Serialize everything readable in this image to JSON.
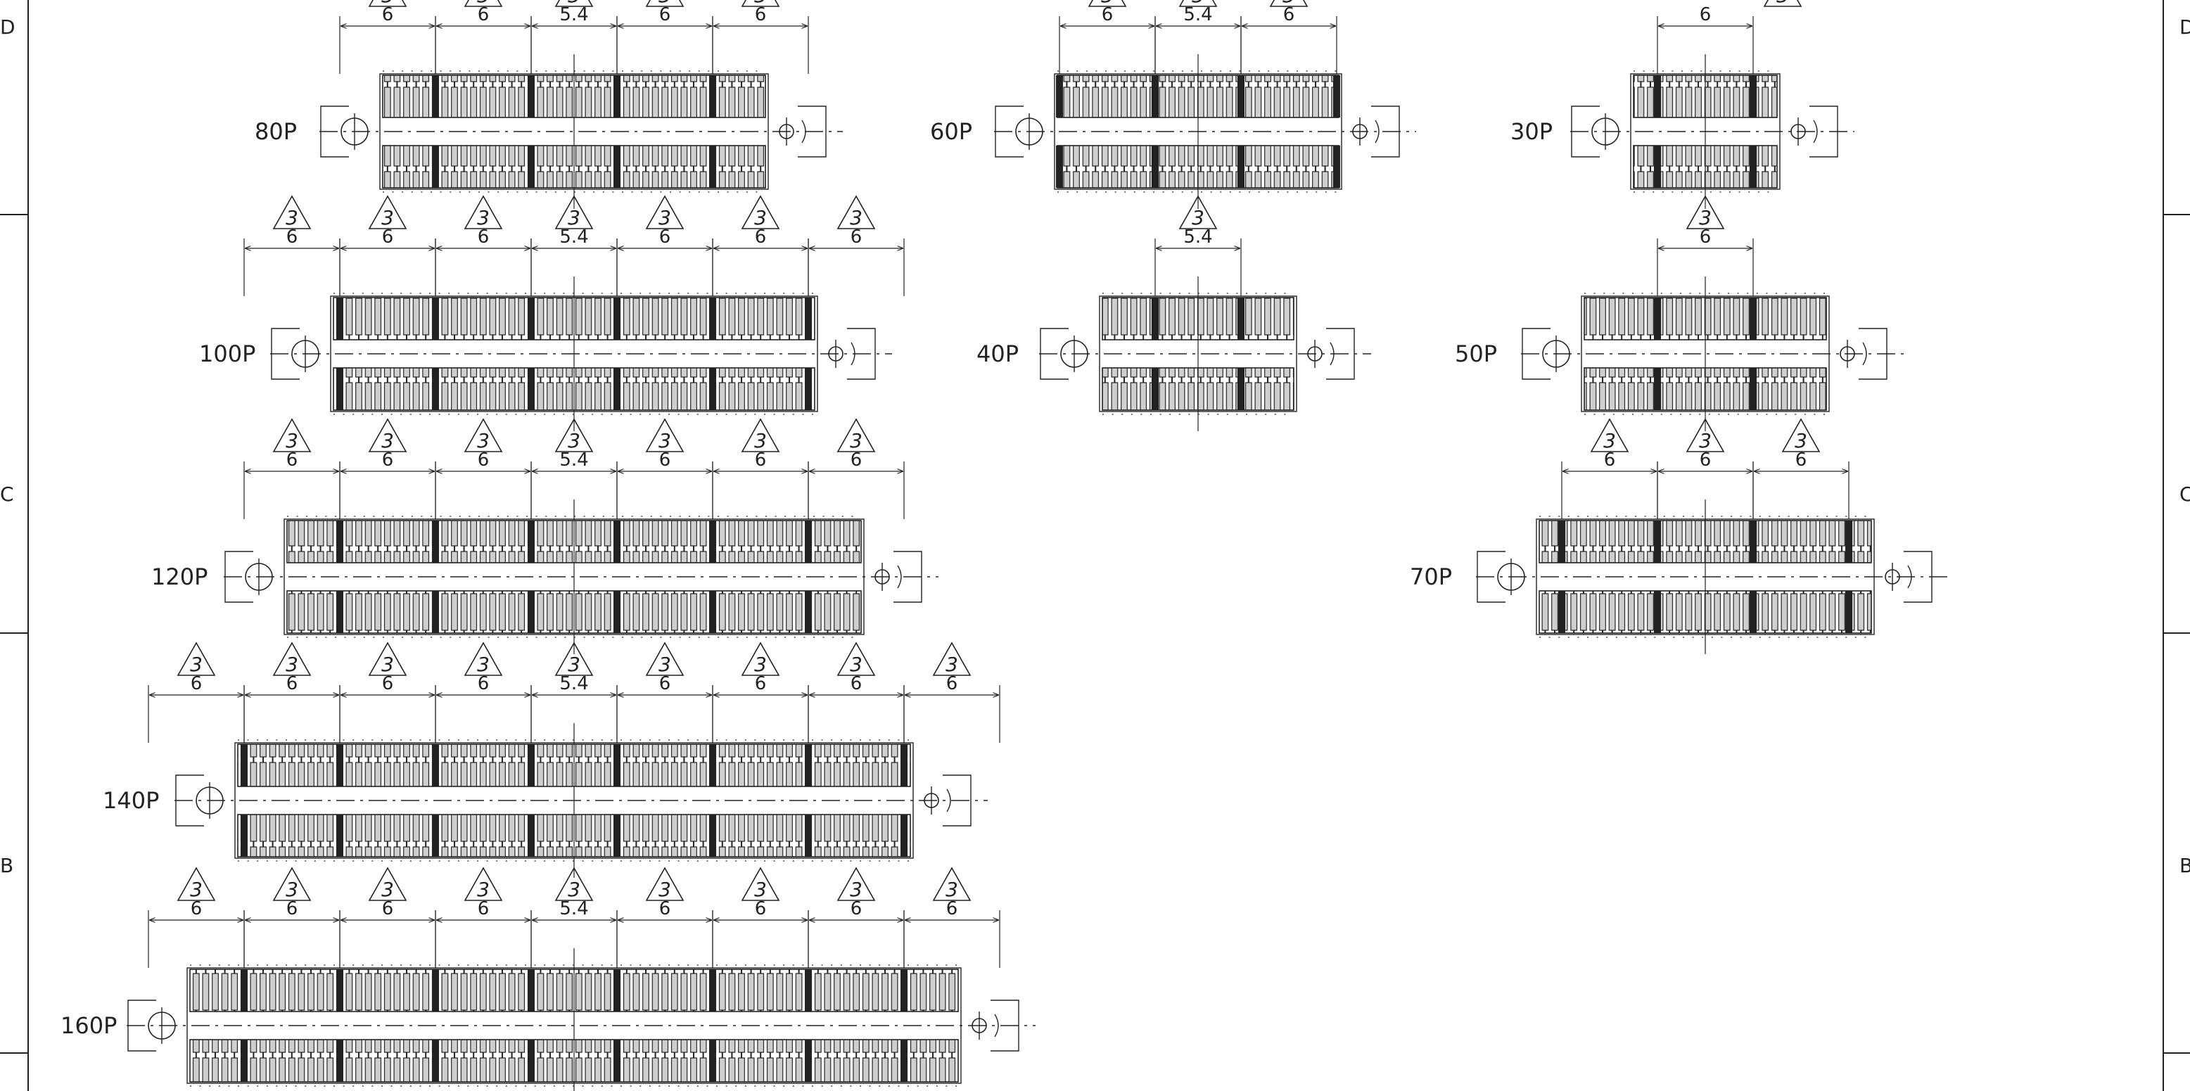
{
  "border": {
    "zone_left_top": "D",
    "zone_left_mid": "C",
    "zone_left_bot": "B",
    "zone_right_top": "D",
    "zone_right_mid": "C",
    "zone_right_bot": "B"
  },
  "dims": {
    "pitch_6": "6",
    "pitch_center": "5.4",
    "revision_mark": "3"
  },
  "connectors": [
    {
      "label": "80P",
      "left_units": 2,
      "right_units": 2
    },
    {
      "label": "100P",
      "left_units": 3,
      "right_units": 3
    },
    {
      "label": "120P",
      "left_units": 3,
      "right_units": 3
    },
    {
      "label": "140P",
      "left_units": 4,
      "right_units": 4
    },
    {
      "label": "160P",
      "left_units": 4,
      "right_units": 4
    },
    {
      "label": "60P",
      "left_units": 1,
      "right_units": 1
    },
    {
      "label": "40P",
      "left_units": 0,
      "right_units": 0
    },
    {
      "label": "30P",
      "left_units": 0,
      "right_units": 0
    },
    {
      "label": "50P",
      "left_units": 0,
      "right_units": 0
    },
    {
      "label": "70P",
      "left_units": 0,
      "right_units": 0
    }
  ]
}
